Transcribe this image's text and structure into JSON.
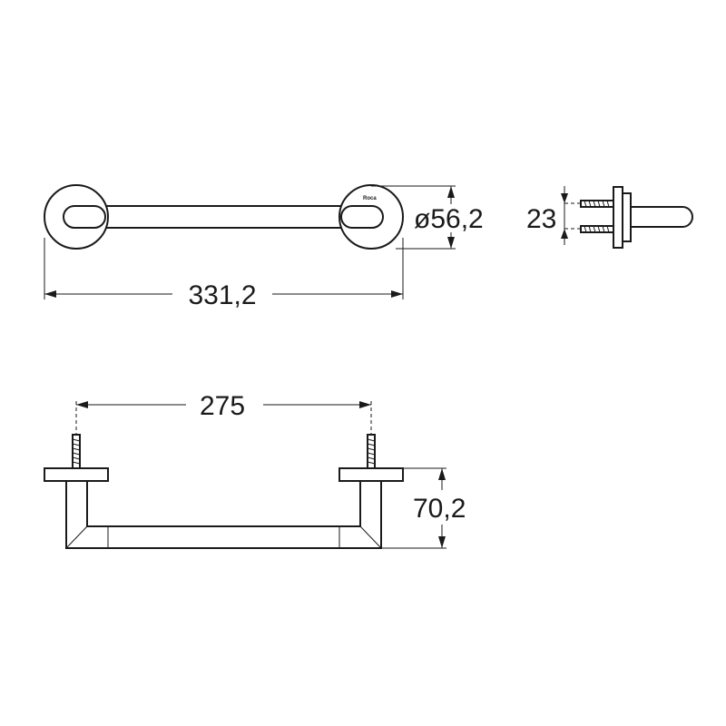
{
  "dimensions": {
    "total_length": "331,2",
    "rosette_diameter": "ø56,2",
    "screw_spacing": "23",
    "center_distance": "275",
    "projection": "70,2"
  },
  "logo_text": "Roca"
}
